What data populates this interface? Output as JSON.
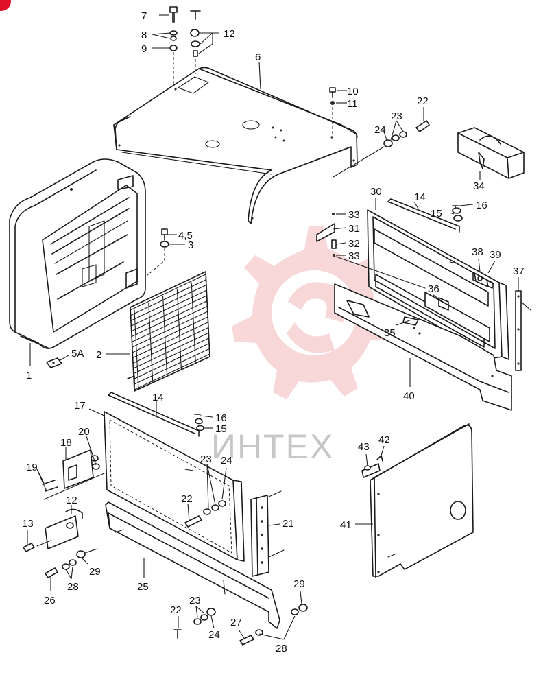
{
  "watermark": {
    "text": "ИНТЕХ",
    "colors": {
      "gear": "#f2b8b8",
      "text": "#c7c7c7",
      "corner_badge": "#e0102a"
    }
  },
  "callouts": [
    {
      "id": "c7",
      "text": "7"
    },
    {
      "id": "c8",
      "text": "8"
    },
    {
      "id": "c9",
      "text": "9"
    },
    {
      "id": "c12a",
      "text": "12"
    },
    {
      "id": "c6",
      "text": "6"
    },
    {
      "id": "c10",
      "text": "10"
    },
    {
      "id": "c11",
      "text": "11"
    },
    {
      "id": "c22a",
      "text": "22"
    },
    {
      "id": "c23a",
      "text": "23"
    },
    {
      "id": "c24a",
      "text": "24"
    },
    {
      "id": "c34",
      "text": "34"
    },
    {
      "id": "c30",
      "text": "30"
    },
    {
      "id": "c14a",
      "text": "14"
    },
    {
      "id": "c16a",
      "text": "16"
    },
    {
      "id": "c15a",
      "text": "15"
    },
    {
      "id": "c33a",
      "text": "33"
    },
    {
      "id": "c31",
      "text": "31"
    },
    {
      "id": "c32",
      "text": "32"
    },
    {
      "id": "c33b",
      "text": "33"
    },
    {
      "id": "c38",
      "text": "38"
    },
    {
      "id": "c39",
      "text": "39"
    },
    {
      "id": "c37",
      "text": "37"
    },
    {
      "id": "c36",
      "text": "36"
    },
    {
      "id": "c35",
      "text": "35"
    },
    {
      "id": "c40",
      "text": "40"
    },
    {
      "id": "c45",
      "text": "4,5"
    },
    {
      "id": "c3",
      "text": "3"
    },
    {
      "id": "c5a",
      "text": "5A"
    },
    {
      "id": "c2",
      "text": "2"
    },
    {
      "id": "c1",
      "text": "1"
    },
    {
      "id": "c17",
      "text": "17"
    },
    {
      "id": "c14b",
      "text": "14"
    },
    {
      "id": "c16b",
      "text": "16"
    },
    {
      "id": "c15b",
      "text": "15"
    },
    {
      "id": "c20",
      "text": "20"
    },
    {
      "id": "c18",
      "text": "18"
    },
    {
      "id": "c19",
      "text": "19"
    },
    {
      "id": "c12b",
      "text": "12"
    },
    {
      "id": "c13",
      "text": "13"
    },
    {
      "id": "c23b",
      "text": "23"
    },
    {
      "id": "c24b",
      "text": "24"
    },
    {
      "id": "c22b",
      "text": "22"
    },
    {
      "id": "c21",
      "text": "21"
    },
    {
      "id": "c29a",
      "text": "29"
    },
    {
      "id": "c28a",
      "text": "28"
    },
    {
      "id": "c26",
      "text": "26"
    },
    {
      "id": "c25",
      "text": "25"
    },
    {
      "id": "c43",
      "text": "43"
    },
    {
      "id": "c42",
      "text": "42"
    },
    {
      "id": "c41",
      "text": "41"
    },
    {
      "id": "c29b",
      "text": "29"
    },
    {
      "id": "c22c",
      "text": "22"
    },
    {
      "id": "c23c",
      "text": "23"
    },
    {
      "id": "c24c",
      "text": "24"
    },
    {
      "id": "c27",
      "text": "27"
    },
    {
      "id": "c28b",
      "text": "28"
    }
  ]
}
